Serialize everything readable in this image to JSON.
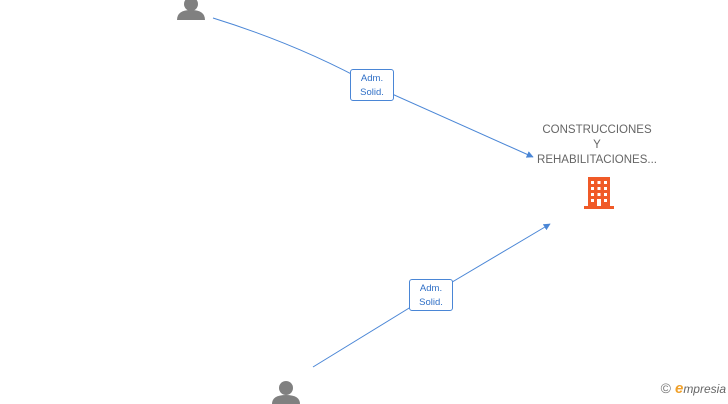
{
  "company": {
    "name_lines": [
      "CONSTRUCCIONES",
      "Y",
      "REHABILITACIONES..."
    ]
  },
  "people": [
    {
      "id": "person-1"
    },
    {
      "id": "person-2"
    }
  ],
  "relations": [
    {
      "from": "person-1",
      "to": "company",
      "label_lines": [
        "Adm.",
        "Solid."
      ]
    },
    {
      "from": "person-2",
      "to": "company",
      "label_lines": [
        "Adm.",
        "Solid."
      ]
    }
  ],
  "colors": {
    "edge": "#4a86d6",
    "person": "#808080",
    "company": "#f05a28",
    "text": "#666666"
  },
  "footer": {
    "copyright_symbol": "©",
    "brand_initial": "e",
    "brand_rest": "mpresia"
  }
}
